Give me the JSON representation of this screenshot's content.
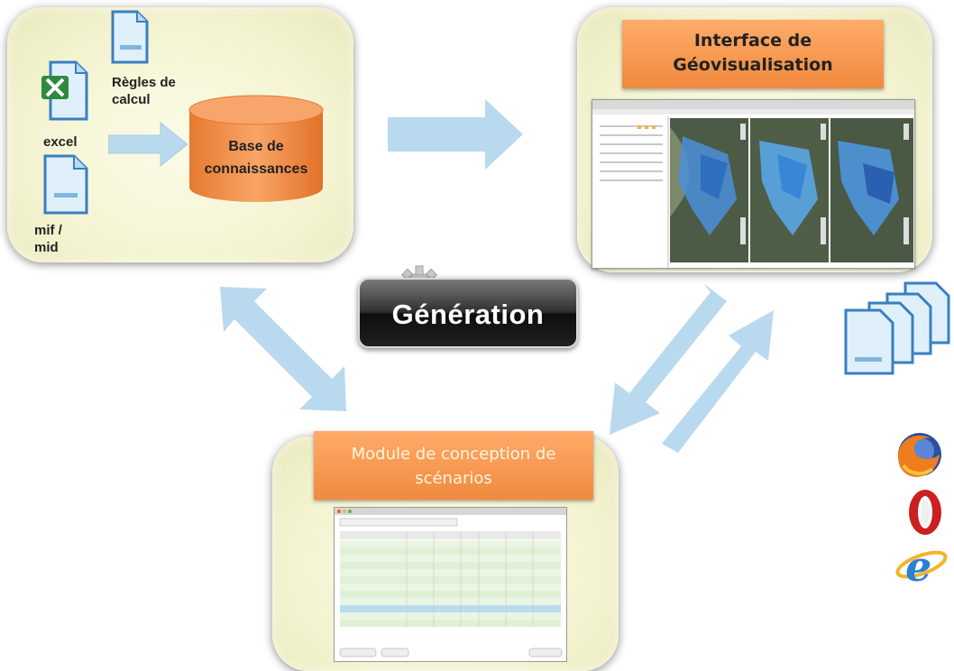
{
  "knowledge_panel": {
    "db_label": "Base de\nconnaissances",
    "excel_label": "excel",
    "rules_label": "Règles de\ncalcul",
    "mif_label": "mif /\nmid"
  },
  "geoviz_panel": {
    "title": "Interface de\nGéovisualisation"
  },
  "scenario_panel": {
    "title": "Module de conception de\nscénarios"
  },
  "generation_button": {
    "label": "Génération"
  },
  "browsers": [
    "firefox-icon",
    "opera-icon",
    "internet-explorer-icon"
  ],
  "colors": {
    "arrow": "#b9d9ee",
    "orange": "#f5934c",
    "panel": "#f4f4d2"
  }
}
